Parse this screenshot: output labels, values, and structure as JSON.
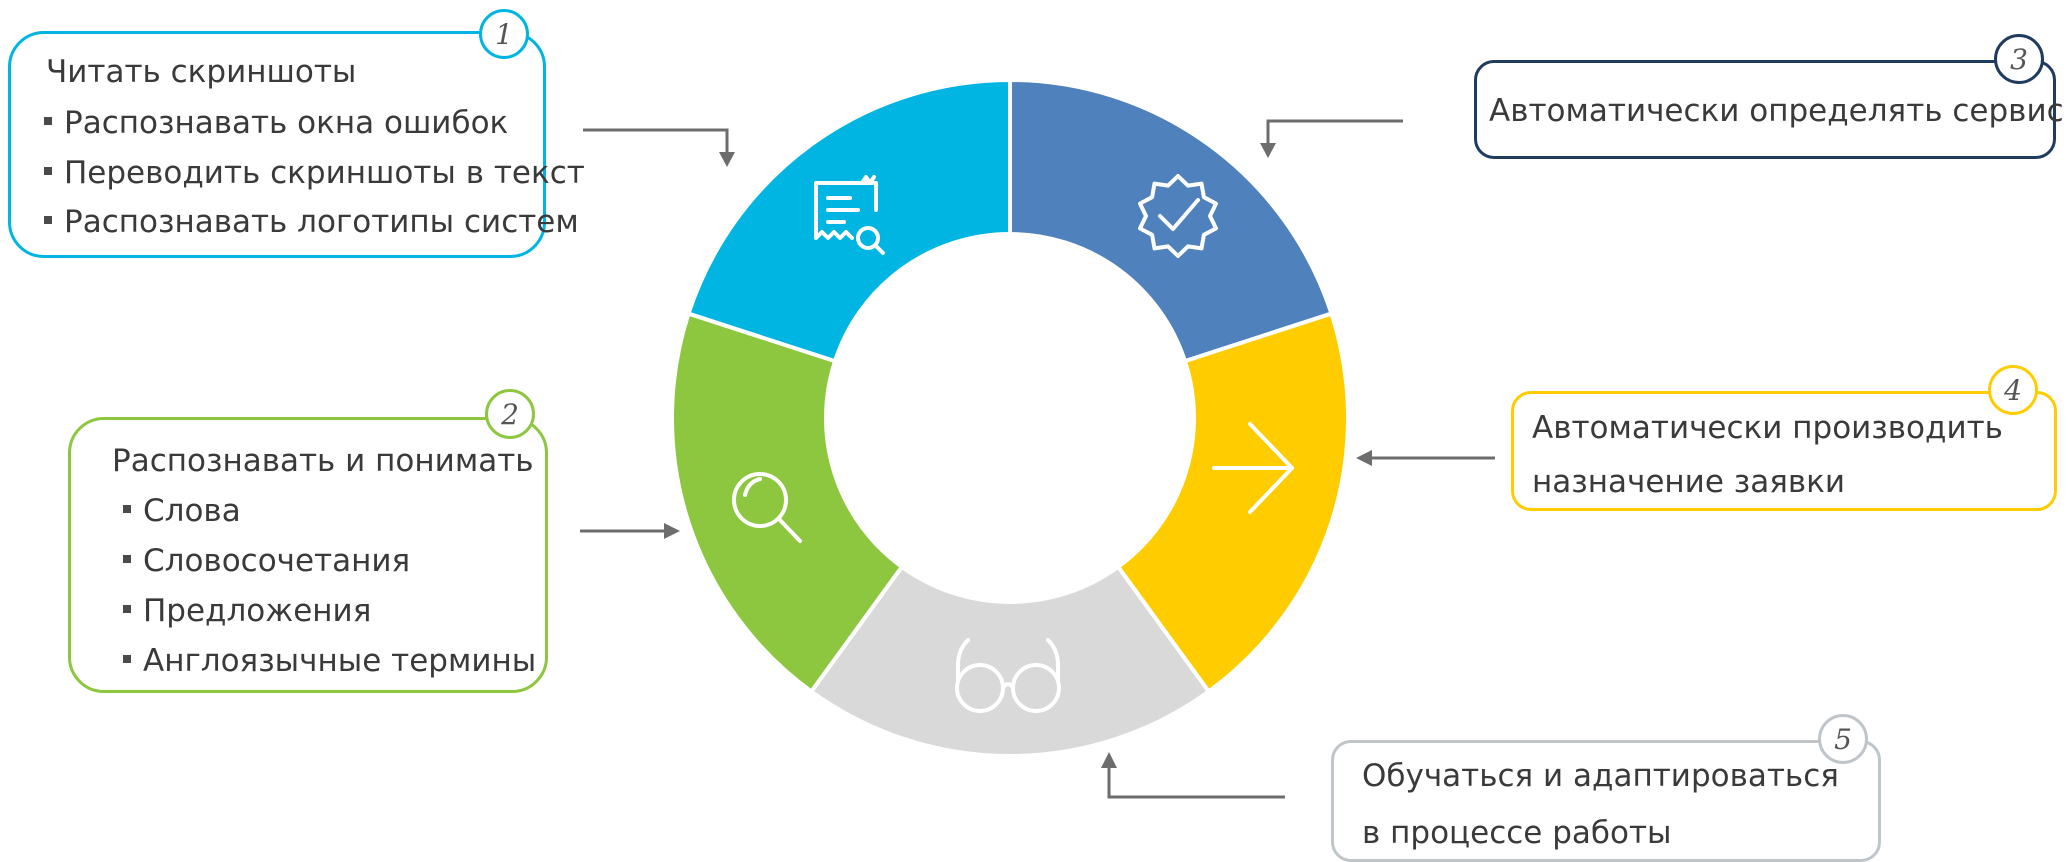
{
  "colors": {
    "cyan": "#00b5e2",
    "blue": "#4f81bd",
    "yellow": "#ffcc00",
    "green": "#8dc63f",
    "gray": "#d9d9d9",
    "navy": "#1f3b5e",
    "arrow": "#6d6d6d"
  },
  "segments": [
    {
      "id": "read",
      "color": "#00b5e2",
      "icon": "receipt-search-icon"
    },
    {
      "id": "detect",
      "color": "#4f81bd",
      "icon": "verified-badge-icon"
    },
    {
      "id": "assign",
      "color": "#ffcc00",
      "icon": "arrow-right-icon"
    },
    {
      "id": "learn",
      "color": "#d9d9d9",
      "icon": "glasses-icon"
    },
    {
      "id": "recognize",
      "color": "#8dc63f",
      "icon": "magnifier-icon"
    }
  ],
  "card1": {
    "number": "1",
    "title": "Читать скриншоты",
    "items": [
      "Распознавать окна ошибок",
      "Переводить скриншоты в текст",
      "Распознавать логотипы систем"
    ]
  },
  "card2": {
    "number": "2",
    "title": "Распознавать и понимать",
    "items": [
      "Слова",
      "Словосочетания",
      "Предложения",
      "Англоязычные термины"
    ]
  },
  "card3": {
    "number": "3",
    "text": "Автоматически определять сервис"
  },
  "card4": {
    "number": "4",
    "line1": "Автоматически производить",
    "line2": "назначение заявки"
  },
  "card5": {
    "number": "5",
    "line1": "Обучаться и адаптироваться",
    "line2": "в процессе работы"
  }
}
